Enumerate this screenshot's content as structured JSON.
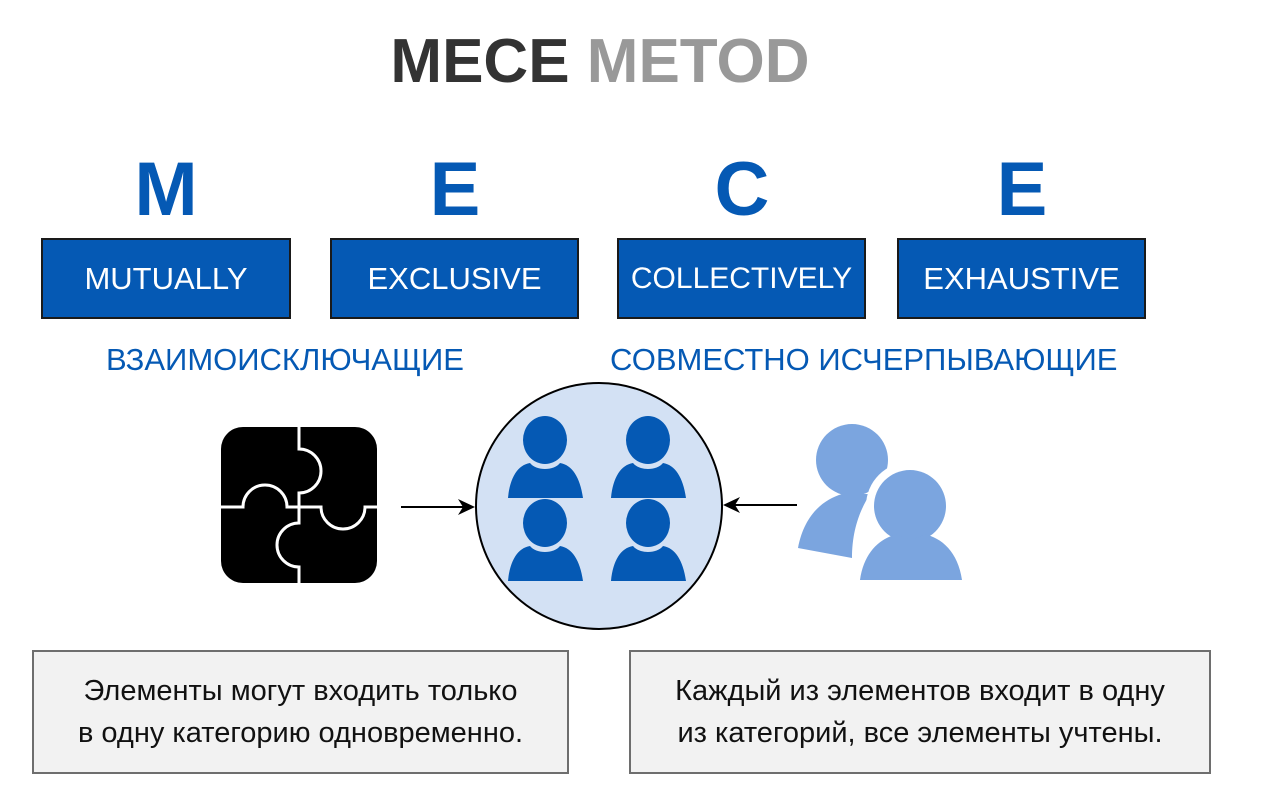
{
  "title": {
    "part1": "MECE",
    "part2": "METOD"
  },
  "acronym": [
    {
      "letter": "M",
      "word": "MUTUALLY"
    },
    {
      "letter": "E",
      "word": "EXCLUSIVE"
    },
    {
      "letter": "C",
      "word": "COLLECTIVELY"
    },
    {
      "letter": "E",
      "word": "EXHAUSTIVE"
    }
  ],
  "translations": {
    "left": "ВЗАИМОИСКЛЮЧАЩИЕ",
    "right": "СОВМЕСТНО ИСЧЕРПЫВАЮЩИЕ"
  },
  "icons": {
    "left": "puzzle-icon",
    "center": "group-of-four-users-icon",
    "right": "two-users-icon"
  },
  "descriptions": {
    "left": {
      "line1": "Элементы могут входить только",
      "line2": "в одну категорию одновременно."
    },
    "right": {
      "line1": "Каждый из элементов входит в одну",
      "line2": "из категорий, все элементы учтены."
    }
  },
  "colors": {
    "primary_blue": "#0559b4",
    "light_blue": "#7ba5df",
    "circle_fill": "#d3e1f4",
    "title_dark": "#333333",
    "title_light": "#999999"
  }
}
